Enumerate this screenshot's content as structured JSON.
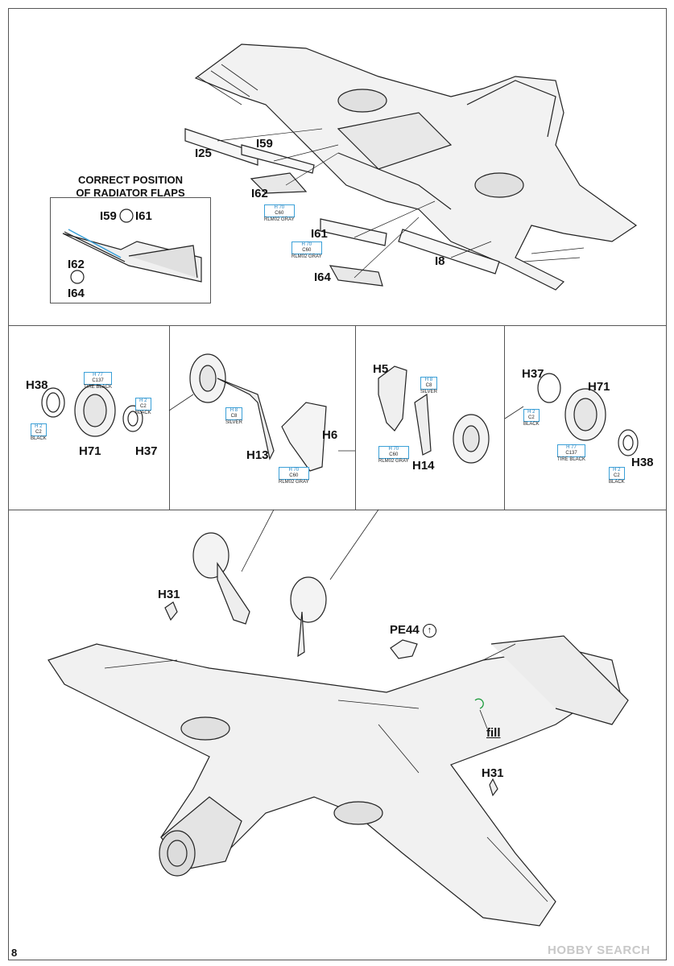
{
  "page_number": "8",
  "watermark": "HOBBY SEARCH",
  "inset_title_line1": "CORRECT POSITION",
  "inset_title_line2": "OF RADIATOR FLAPS",
  "parts": {
    "I25": "I25",
    "I59": "I59",
    "I62": "I62",
    "I61": "I61",
    "I64": "I64",
    "I8": "I8",
    "H38": "H38",
    "H71": "H71",
    "H37": "H37",
    "H5": "H5",
    "H6": "H6",
    "H13": "H13",
    "H14": "H14",
    "H31": "H31",
    "PE44": "PE44"
  },
  "inset_parts": {
    "I59": "I59",
    "I61": "I61",
    "I62": "I62",
    "I64": "I64"
  },
  "fill_label": "fill",
  "paints": {
    "rlm02": {
      "h": "H 70",
      "c": "C60",
      "name": "RLM02 GRAY"
    },
    "silver": {
      "h": "H 8",
      "c": "C8",
      "name": "SILVER"
    },
    "black": {
      "h": "H 2",
      "c": "C2",
      "name": "BLACK"
    },
    "tire": {
      "h": "H 77",
      "c": "C137",
      "name": "TIRE BLACK"
    }
  },
  "colors": {
    "frame": "#555555",
    "paint_code_border": "#3aa0d8",
    "watermark": "#c8c8c8"
  }
}
